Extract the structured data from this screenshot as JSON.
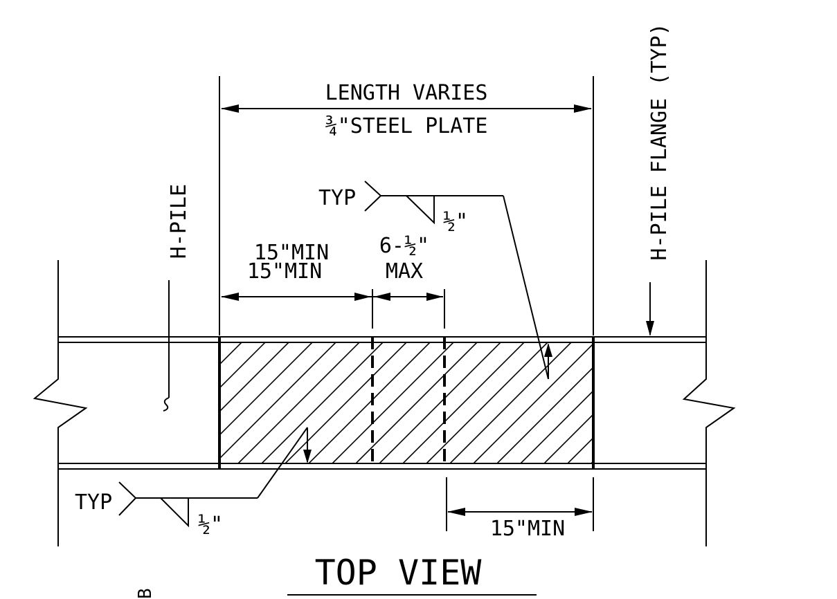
{
  "labels": {
    "length_varies": "LENGTH VARIES",
    "steel_plate": "¾\"STEEL PLATE",
    "h_pile": "H-PILE",
    "h_pile_flange": "H-PILE FLANGE (TYP)",
    "weld_typ_top": "TYP",
    "weld_size_top": "½\"",
    "weld_typ_bottom": "TYP",
    "weld_size_bottom": "½\"",
    "dim_min_a": "15\"MIN",
    "dim_min_b": "15\"MIN",
    "dim_max_value": "6-½\"",
    "dim_max_label": "MAX",
    "dim_min_right": "15\"MIN",
    "view_title": "TOP VIEW",
    "corner_fragment": "B"
  }
}
